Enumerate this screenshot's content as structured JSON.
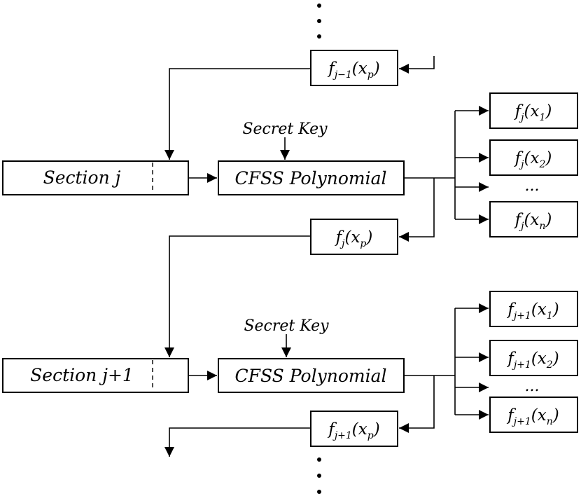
{
  "secret_key_label": "Secret Key",
  "polynomial_label": "CFSS Polynomial",
  "ellipsis": "...",
  "section_j": {
    "label": "Section j",
    "feedback_in": {
      "f": "f",
      "sub": "j−1",
      "arg": "(x",
      "argsub": "p",
      "close": ")"
    },
    "feedback_out": {
      "f": "f",
      "sub": "j",
      "arg": "(x",
      "argsub": "p",
      "close": ")"
    },
    "outputs": [
      {
        "f": "f",
        "sub": "j",
        "arg": "(x",
        "argsub": "1",
        "close": ")"
      },
      {
        "f": "f",
        "sub": "j",
        "arg": "(x",
        "argsub": "2",
        "close": ")"
      },
      {
        "f": "f",
        "sub": "j",
        "arg": "(x",
        "argsub": "n",
        "close": ")"
      }
    ]
  },
  "section_j1": {
    "label": "Section j+1",
    "feedback_out": {
      "f": "f",
      "sub": "j+1",
      "arg": "(x",
      "argsub": "p",
      "close": ")"
    },
    "outputs": [
      {
        "f": "f",
        "sub": "j+1",
        "arg": "(x",
        "argsub": "1",
        "close": ")"
      },
      {
        "f": "f",
        "sub": "j+1",
        "arg": "(x",
        "argsub": "2",
        "close": ")"
      },
      {
        "f": "f",
        "sub": "j+1",
        "arg": "(x",
        "argsub": "n",
        "close": ")"
      }
    ]
  }
}
